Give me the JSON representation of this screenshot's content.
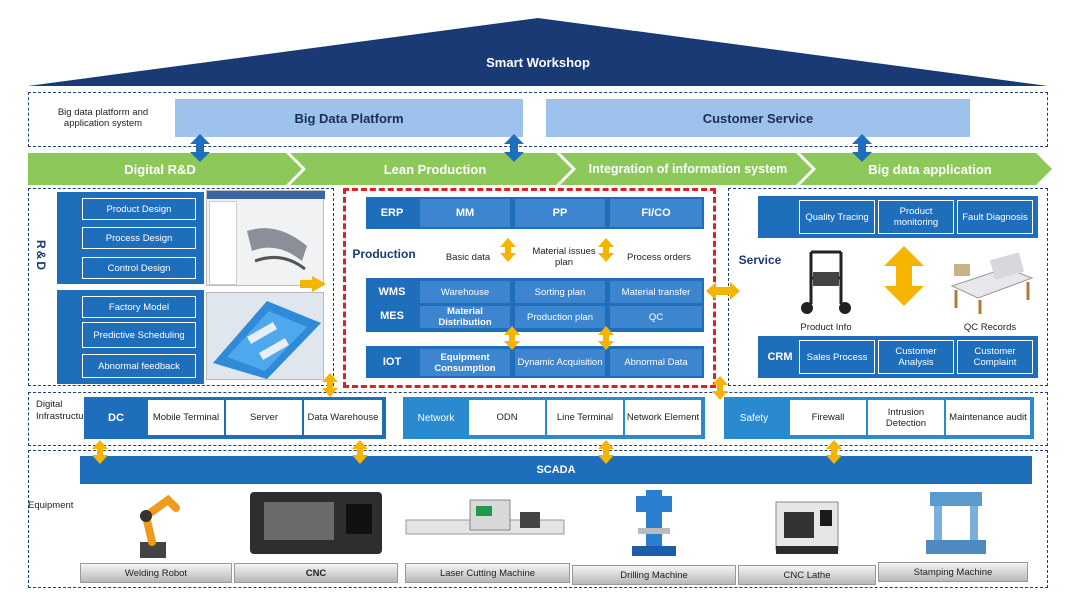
{
  "header": {
    "title": "Smart Workshop"
  },
  "top": {
    "side_label": "Big data platform and application system",
    "platform": "Big Data Platform",
    "service": "Customer Service"
  },
  "stages": [
    "Digital R&D",
    "Lean Production",
    "Integration of information system",
    "Big data application"
  ],
  "rd": {
    "vertical_label": "R&D",
    "items_a": [
      "Product Design",
      "Process Design",
      "Control Design"
    ],
    "items_b": [
      "Factory Model",
      "Predictive Scheduling",
      "Abnormal feedback"
    ]
  },
  "production": {
    "label": "Production",
    "erp": {
      "label": "ERP",
      "cells": [
        "MM",
        "PP",
        "FI/CO"
      ]
    },
    "flow": [
      "Basic data",
      "Material issues plan",
      "Process orders"
    ],
    "wms": {
      "label": "WMS",
      "cells": [
        "Warehouse",
        "Sorting plan",
        "Material transfer"
      ]
    },
    "mes": {
      "label": "MES",
      "cells": [
        "Material Distribution",
        "Production plan",
        "QC"
      ]
    },
    "iot": {
      "label": "IOT",
      "cells": [
        "Equipment Consumption",
        "Dynamic Acquisition",
        "Abnormal Data"
      ]
    }
  },
  "service": {
    "label": "Service",
    "cells": [
      "Quality Tracing",
      "Product monitoring",
      "Fault Diagnosis"
    ],
    "captions": [
      "Product Info",
      "QC Records"
    ],
    "crm": {
      "label": "CRM",
      "cells": [
        "Sales Process",
        "Customer Analysis",
        "Customer Complaint"
      ]
    }
  },
  "infra": {
    "label": "Digital Infrastructure",
    "dc": {
      "label": "DC",
      "cells": [
        "Mobile Terminal",
        "Server",
        "Data Warehouse"
      ]
    },
    "network": {
      "label": "Network",
      "cells": [
        "ODN",
        "Line Terminal",
        "Network Element"
      ]
    },
    "safety": {
      "label": "Safety",
      "cells": [
        "Firewall",
        "Intrusion Detection",
        "Maintenance audit"
      ]
    }
  },
  "equipment": {
    "label": "Equipment",
    "bar": "SCADA",
    "machines": [
      "Welding Robot",
      "CNC",
      "Laser Cutting Machine",
      "Drilling Machine",
      "CNC Lathe",
      "Stamping Machine"
    ]
  },
  "colors": {
    "navy": "#1a3a75",
    "blue": "#1f6ebc",
    "green": "#8dc85a",
    "light_blue": "#9dc3ec",
    "red": "#e02020",
    "arrow": "#f5b400"
  }
}
